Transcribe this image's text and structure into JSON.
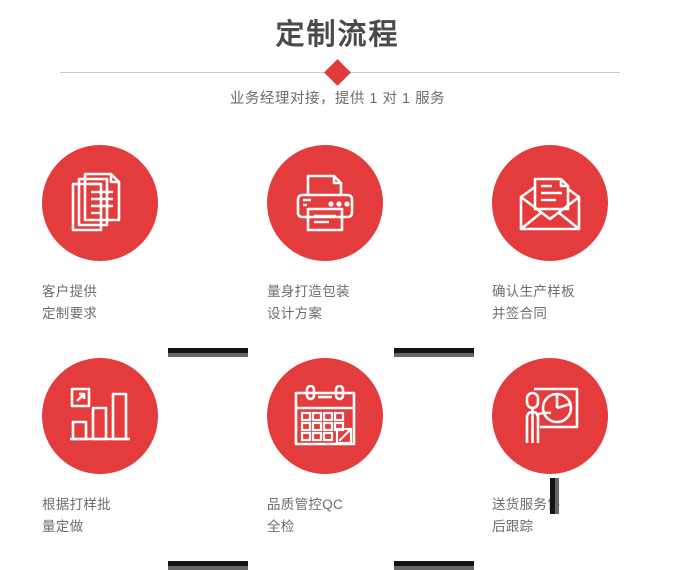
{
  "header": {
    "title": "定制流程",
    "subtitle": "业务经理对接，提供 1 对 1 服务",
    "diamond_color": "#e03a3c",
    "divider_color": "#c8c8c8",
    "title_color": "#4a4a4a",
    "subtitle_color": "#6d6d6d"
  },
  "theme": {
    "accent_red": "#e43b3c",
    "connector_dark": "#141414",
    "connector_gray": "#666666",
    "label_color": "#6d6d6d",
    "background": "#ffffff"
  },
  "steps": [
    {
      "index": "1",
      "icon": "documents-icon",
      "label": "客户提供\n定制要求"
    },
    {
      "index": "2",
      "icon": "printer-icon",
      "label": "量身打造包装\n设计方案"
    },
    {
      "index": "3",
      "icon": "envelope-letter-icon",
      "label": "确认生产样板\n并签合同"
    },
    {
      "index": "4",
      "icon": "bar-chart-growth-icon",
      "label": "根据打样批\n量定做"
    },
    {
      "index": "5",
      "icon": "calendar-check-icon",
      "label": "品质管控QC\n全检"
    },
    {
      "index": "6",
      "icon": "presenter-piechart-icon",
      "label": "送货服务售\n后跟踪"
    }
  ],
  "connectors": [
    {
      "name": "connector-step1-step2",
      "orientation": "horizontal"
    },
    {
      "name": "connector-step2-step3",
      "orientation": "horizontal"
    },
    {
      "name": "connector-step3-step6",
      "orientation": "vertical"
    },
    {
      "name": "connector-step4-step5",
      "orientation": "horizontal"
    },
    {
      "name": "connector-step5-step6",
      "orientation": "horizontal"
    }
  ]
}
